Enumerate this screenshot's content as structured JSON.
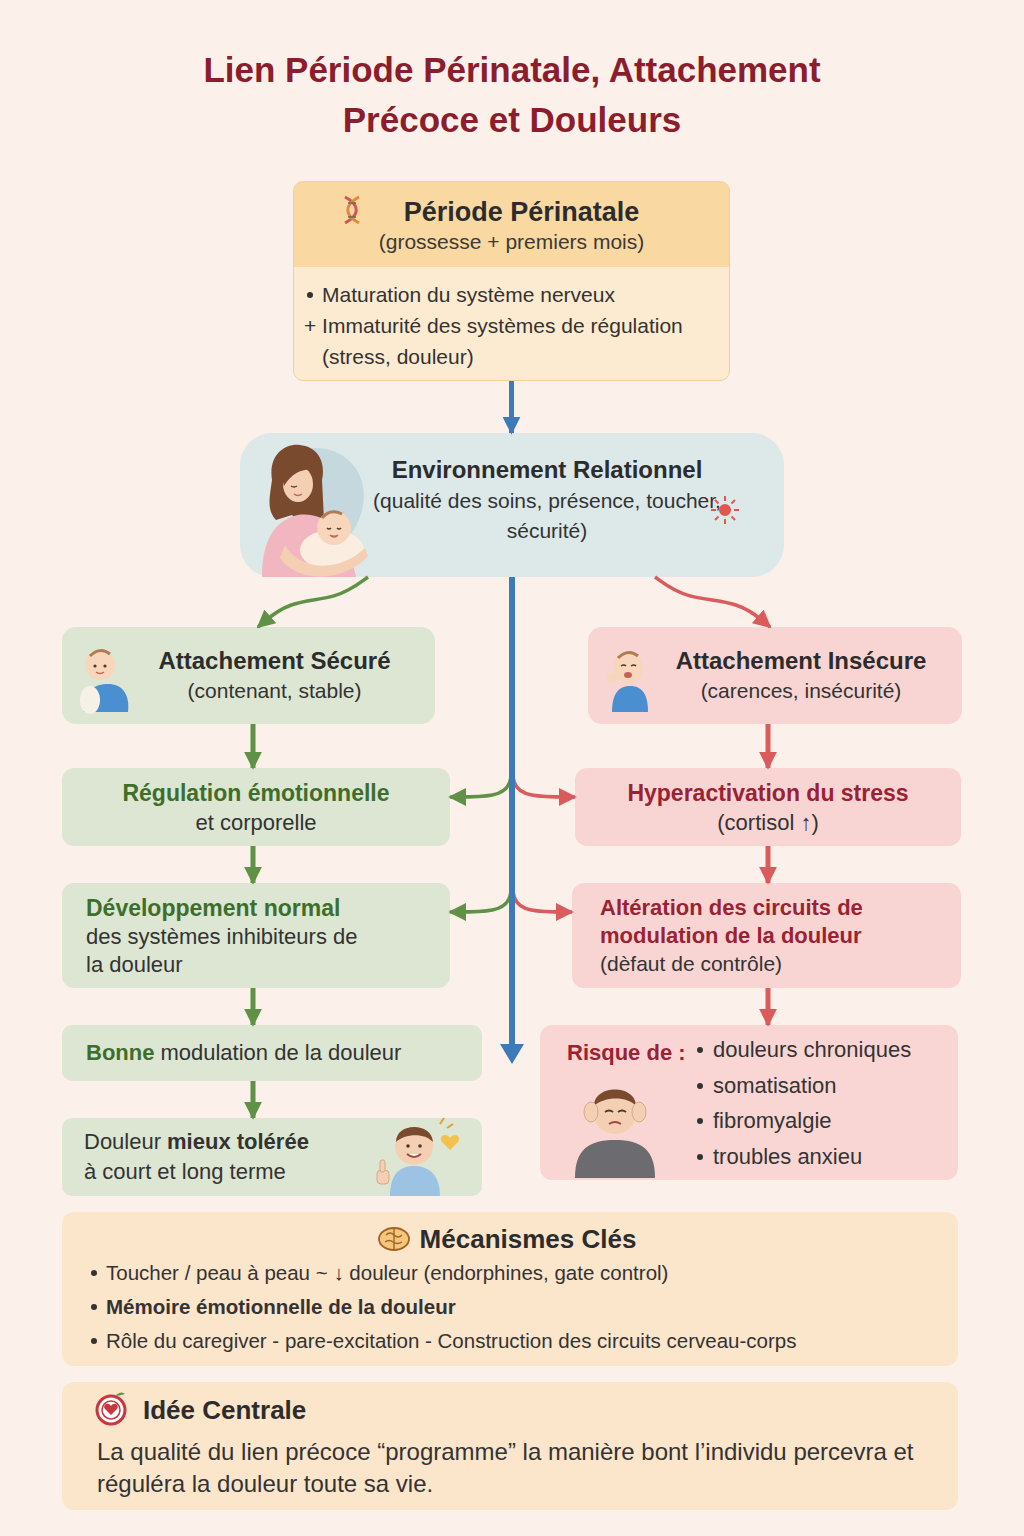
{
  "diagram": {
    "title": "Lien Période Périnatale, Attachement Précoce et Douleurs",
    "nodes": [
      {
        "text": [
          "Période Périnatale",
          "(grossesse + premiers mois)",
          "Maturation du système nerveux",
          "+ Immaturité des systèmes de régulation (stress, douleur)"
        ]
      },
      {
        "text": [
          "Environnement Relationnel",
          "(qualité des soins, présence, toucher, sécurité)"
        ]
      },
      {
        "text": [
          "Attachement Sécuré",
          "(contenant, stable)"
        ]
      },
      {
        "text": [
          "Attachement Insécure",
          "(carences, insécurité)"
        ]
      },
      {
        "text": [
          "Régulation émotionnelle",
          "et corporelle"
        ]
      },
      {
        "text": [
          "Hyperactivation du stress",
          "(cortisol ↑)"
        ]
      },
      {
        "text": [
          "Développement normal",
          "des systèmes inhibiteurs de la douleur"
        ]
      },
      {
        "text": [
          "Altération des circuits de modulation de la douleur",
          "(dèfaut de contrôle)"
        ]
      },
      {
        "text": [
          "Bonne",
          "modulation de la douleur"
        ]
      },
      {
        "text": [
          "Risque de :",
          "douleurs chroniques",
          "somatisation",
          "fibromyalgie",
          "troubles anxieu"
        ]
      },
      {
        "text": [
          "Douleur",
          "mieux tolérée",
          "à court et long terme"
        ]
      },
      {
        "text": [
          "Mécanismes Clés",
          "Toucher / peau à peau ~ ↓ douleur (endorphines, gate control)",
          "Mémoire émotionnelle de la douleur",
          "Rôle du caregiver - pare-excitation - Construction des circuits cerveau-corps"
        ]
      },
      {
        "text": [
          "Idée Centrale",
          "La qualité du lien précoce “programme” la manière bont l’individu percevra et réguléra la douleur toute sa vie."
        ]
      }
    ],
    "edges": [
      {
        "from": 0,
        "to": 1,
        "arrow": "to"
      },
      {
        "from": 1,
        "to": 2,
        "arrow": "to"
      },
      {
        "from": 1,
        "to": 3,
        "arrow": "to"
      },
      {
        "from": 2,
        "to": 4,
        "arrow": "to"
      },
      {
        "from": 4,
        "to": 6,
        "arrow": "to"
      },
      {
        "from": 6,
        "to": 8,
        "arrow": "to"
      },
      {
        "from": 8,
        "to": 10,
        "arrow": "to"
      },
      {
        "from": 3,
        "to": 5,
        "arrow": "to"
      },
      {
        "from": 5,
        "to": 7,
        "arrow": "to"
      },
      {
        "from": 7,
        "to": 9,
        "arrow": "to"
      },
      {
        "from": 1,
        "to": 4,
        "arrow": "to"
      },
      {
        "from": 1,
        "to": 6,
        "arrow": "to"
      },
      {
        "from": 1,
        "to": 5,
        "arrow": "to"
      },
      {
        "from": 1,
        "to": 7,
        "arrow": "to"
      }
    ]
  }
}
